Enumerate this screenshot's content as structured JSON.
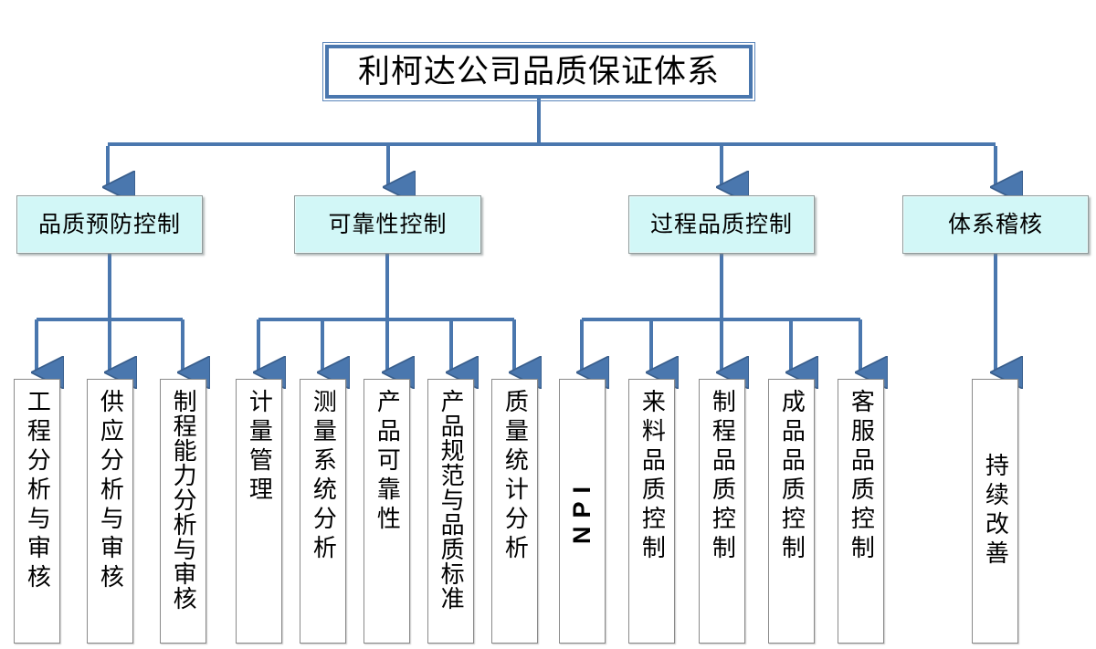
{
  "diagram": {
    "title": "利柯达公司品质保证体系",
    "colors": {
      "connector": "#4a77ae",
      "connector_dark": "#3a5f8d",
      "level2_fill": "#d2f7f7",
      "level2_border": "#8f9b9b",
      "leaf_fill": "#ffffff",
      "leaf_border": "#8a8a8a",
      "root_border": "#4a77ae",
      "background": "#ffffff",
      "text": "#000000"
    },
    "branches": [
      {
        "label": "品质预防控制",
        "children": [
          {
            "label": "工程分析与审核"
          },
          {
            "label": "供应分析与审核"
          },
          {
            "label": "制程能力分析与审核"
          }
        ]
      },
      {
        "label": "可靠性控制",
        "children": [
          {
            "label": "计量管理"
          },
          {
            "label": "测量系统分析"
          },
          {
            "label": "产品可靠性"
          },
          {
            "label": "产品规范与品质标准"
          },
          {
            "label": "质量统计分析"
          }
        ]
      },
      {
        "label": "过程品质控制",
        "children": [
          {
            "label": "NPI"
          },
          {
            "label": "来料品质控制"
          },
          {
            "label": "制程品质控制"
          },
          {
            "label": "成品品质控制"
          },
          {
            "label": "客服品质控制"
          }
        ]
      },
      {
        "label": "体系稽核",
        "children": [
          {
            "label": "持续改善"
          }
        ]
      }
    ]
  }
}
